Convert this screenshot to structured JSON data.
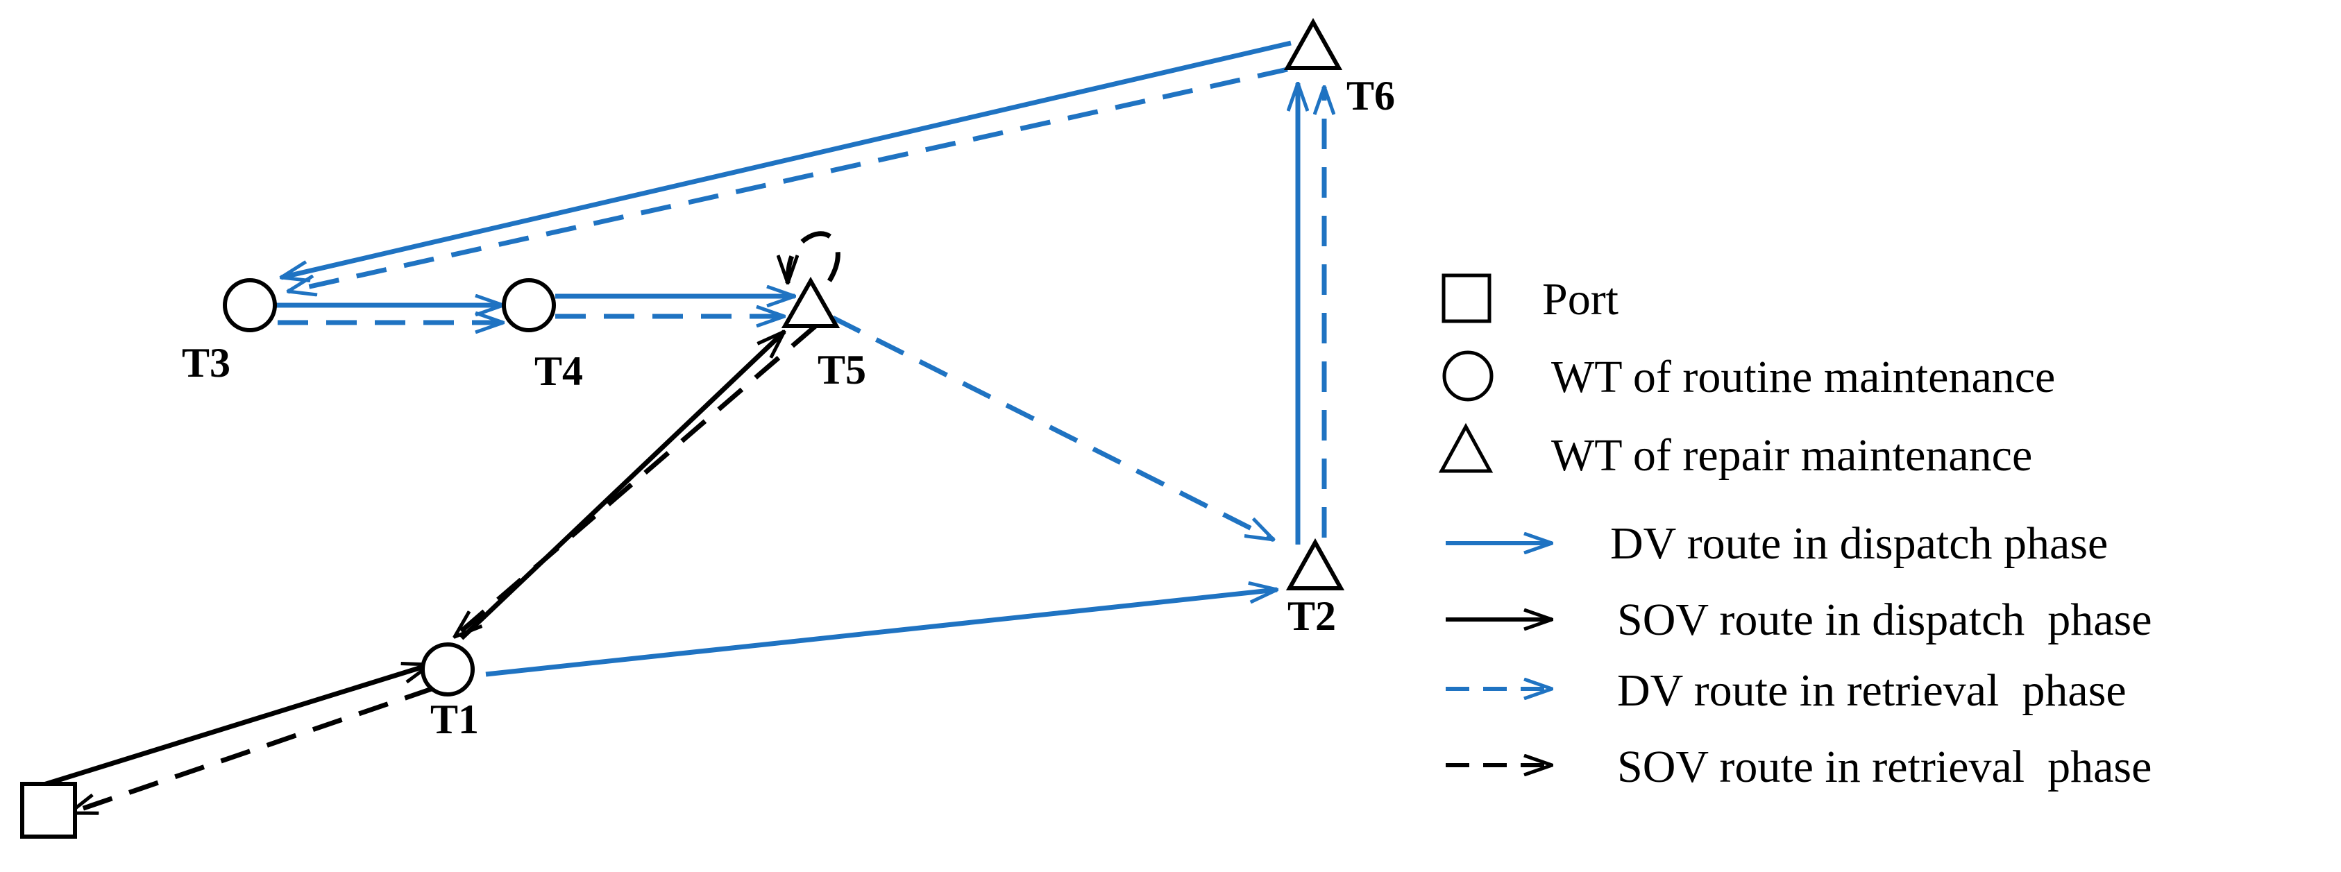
{
  "colors": {
    "dv": "#1f73c2",
    "sov": "#000000",
    "background": "#ffffff"
  },
  "nodes": [
    {
      "id": "port",
      "shape": "square",
      "label": ""
    },
    {
      "id": "T1",
      "shape": "circle",
      "label": "T1"
    },
    {
      "id": "T2",
      "shape": "triangle",
      "label": "T2"
    },
    {
      "id": "T3",
      "shape": "circle",
      "label": "T3"
    },
    {
      "id": "T4",
      "shape": "circle",
      "label": "T4"
    },
    {
      "id": "T5",
      "shape": "triangle",
      "label": "T5"
    },
    {
      "id": "T6",
      "shape": "triangle",
      "label": "T6"
    }
  ],
  "routes": {
    "dv_dispatch": [
      "T1",
      "T2",
      "T6",
      "T3",
      "T4",
      "T5"
    ],
    "dv_retrieval": [
      "T6",
      "T3",
      "T4",
      "T5",
      "T2",
      "T6"
    ],
    "sov_dispatch": [
      "port",
      "T1",
      "T5"
    ],
    "sov_retrieval": [
      "T5",
      "T5",
      "T1",
      "port"
    ]
  },
  "legend": {
    "items": [
      {
        "symbol": "square",
        "text": "Port"
      },
      {
        "symbol": "circle",
        "text": "WT of routine maintenance"
      },
      {
        "symbol": "triangle",
        "text": "WT of repair maintenance"
      },
      {
        "symbol": "solid-blue-arrow",
        "text": "DV route in dispatch phase"
      },
      {
        "symbol": "solid-black-arrow",
        "text": "SOV route in dispatch  phase"
      },
      {
        "symbol": "dashed-blue-arrow",
        "text": "DV route in retrieval  phase"
      },
      {
        "symbol": "dashed-black-arrow",
        "text": "SOV route in retrieval  phase"
      }
    ]
  }
}
